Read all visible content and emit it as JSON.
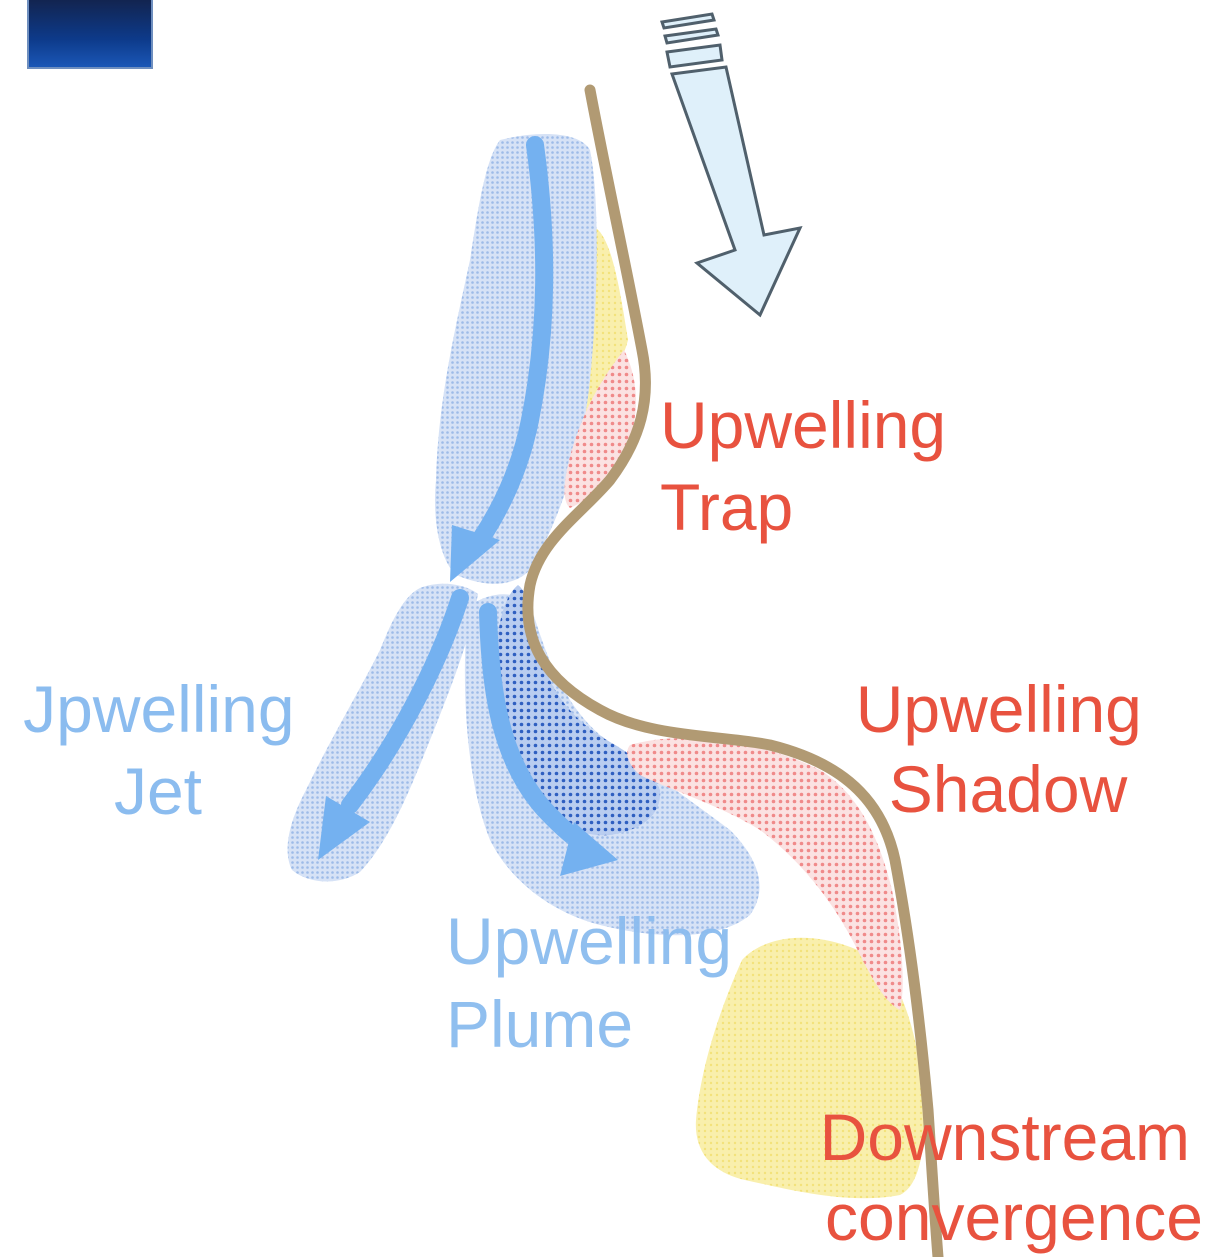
{
  "labels": {
    "upwelling_trap": [
      "Upwelling",
      "Trap"
    ],
    "upwelling_jet": [
      "Jpwelling",
      "Jet"
    ],
    "upwelling_shadow": [
      "Upwelling",
      "Shadow"
    ],
    "upwelling_plume": [
      "Upwelling",
      "Plume"
    ],
    "downstream_convergence": [
      "Downstream",
      "convergence"
    ]
  },
  "colors": {
    "upwelling_red": "#e8523f",
    "upwelling_blue": "#8bbcef",
    "blue_region": "#bcd0f0",
    "blue_arrow": "#74b1f0",
    "dark_blue_dots": "#2f5fc0",
    "red_dots": "#f08a8a",
    "yellow_region": "#f8eda4",
    "coastline": "#b19a73",
    "wind_arrow_fill": "#dff0fa",
    "wind_arrow_stroke": "#50606c",
    "corner_block": "#0b2f6e"
  },
  "icons": {
    "wind_arrow": "wind-direction-arrow-icon",
    "corner_logo": "corner-logo-icon"
  }
}
